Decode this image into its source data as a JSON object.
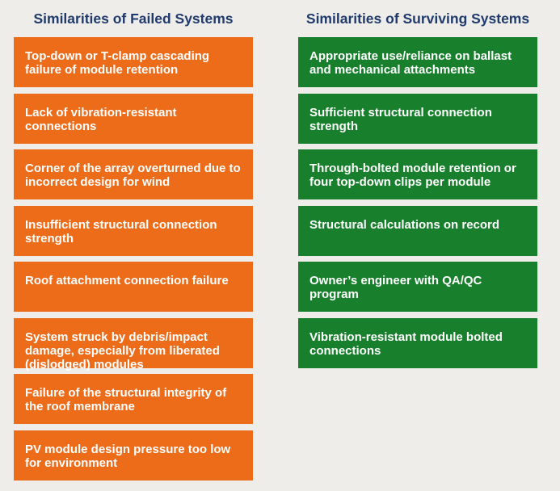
{
  "colors": {
    "failed": "#ec6c1a",
    "surviving": "#18802c",
    "heading": "#1f3a6b",
    "background": "#efedea"
  },
  "failed": {
    "title": "Similarities of Failed Systems",
    "items": [
      "Top-down or T-clamp cascading failure of module retention",
      "Lack of vibration-resistant connections",
      "Corner of the array overturned due to incorrect design for wind",
      "Insufficient structural connection strength",
      "Roof attachment connection failure",
      "System struck by debris/impact damage, especially from liberated (dislodged) modules",
      "Failure of the structural integrity of the roof membrane",
      "PV module design pressure too low for environment"
    ]
  },
  "surviving": {
    "title": "Similarities of Surviving Systems",
    "items": [
      "Appropriate use/reliance on ballast and mechanical attachments",
      "Sufficient structural connection strength",
      "Through-bolted module retention or four top-down clips per module",
      "Structural calculations on record",
      "Owner’s engineer with QA/QC program",
      "Vibration-resistant module bolted connections"
    ]
  }
}
